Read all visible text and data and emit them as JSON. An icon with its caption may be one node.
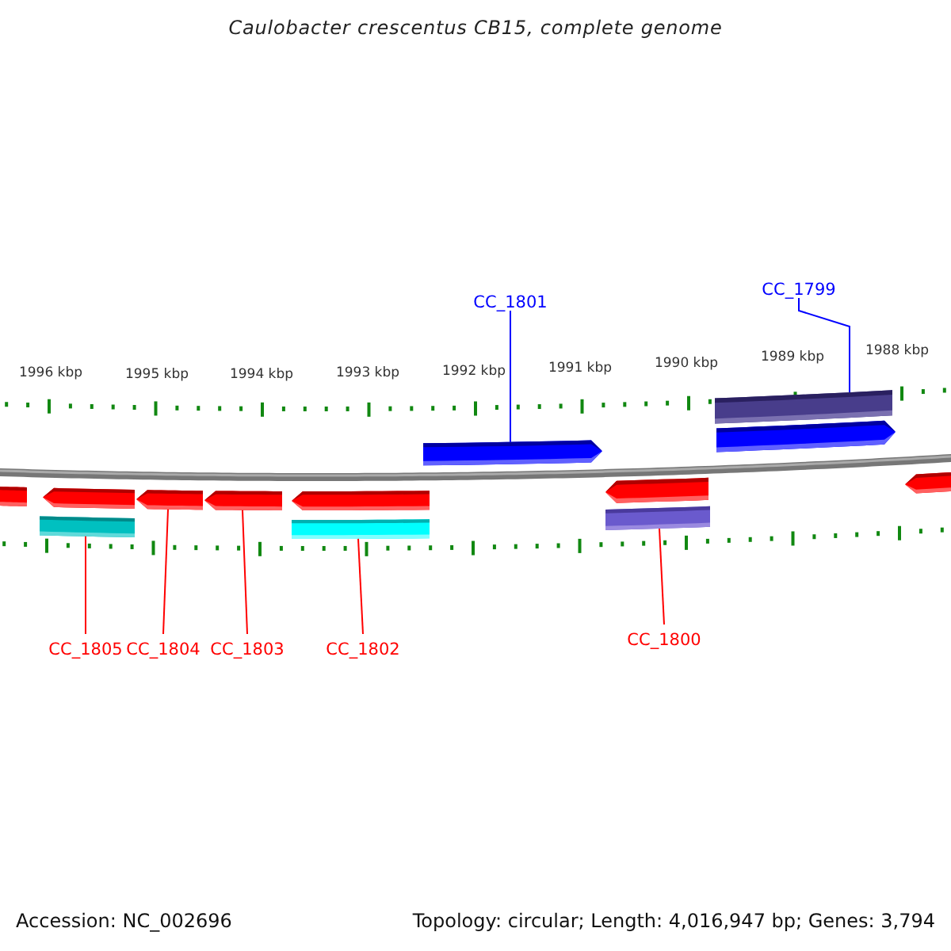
{
  "diagram": {
    "title": "Caulobacter crescentus CB15, complete genome",
    "nodes": [
      {
        "text": [
          "CC_1801"
        ]
      },
      {
        "text": [
          "CC_1799"
        ]
      },
      {
        "text": [],
        "shape": "bar"
      },
      {
        "text": [],
        "shape": "pentagon"
      },
      {
        "text": [],
        "shape": "bar"
      },
      {
        "text": [],
        "shape": "pentagon"
      },
      {
        "text": [],
        "shape": "pentagon"
      },
      {
        "text": [],
        "shape": "pentagon"
      },
      {
        "text": [],
        "shape": "bar"
      },
      {
        "text": [],
        "shape": "pentagon"
      },
      {
        "text": [],
        "shape": "pentagon"
      },
      {
        "text": [],
        "shape": "bar"
      },
      {
        "text": [],
        "shape": "bar"
      },
      {
        "text": [],
        "shape": "pentagon"
      },
      {
        "text": [],
        "shape": "pentagon"
      },
      {
        "text": [
          "CC_1805"
        ]
      },
      {
        "text": [
          "CC_1804"
        ]
      },
      {
        "text": [
          "CC_1803"
        ]
      },
      {
        "text": [
          "CC_1802"
        ]
      },
      {
        "text": [
          "CC_1800"
        ]
      }
    ],
    "edges": [
      {
        "from": 0,
        "to": 9,
        "arrow": "none",
        "color": "#0000ff"
      },
      {
        "from": 1,
        "to": 12,
        "arrow": "none",
        "color": "#0000ff"
      },
      {
        "from": 15,
        "to": 4,
        "arrow": "none"
      },
      {
        "from": 16,
        "to": 5,
        "arrow": "none"
      },
      {
        "from": 17,
        "to": 6,
        "arrow": "none"
      },
      {
        "from": 18,
        "to": 8,
        "arrow": "none"
      },
      {
        "from": 19,
        "to": 11,
        "arrow": "none"
      }
    ],
    "labels": [
      "1996 kbp",
      "1995 kbp",
      "1994 kbp",
      "1993 kbp",
      "1992 kbp",
      "1991 kbp",
      "1990 kbp",
      "1989 kbp",
      "1988 kbp",
      "Accession: NC_002696",
      "Topology: circular; Length: 4,016,947 bp; Genes: 3,794"
    ]
  }
}
